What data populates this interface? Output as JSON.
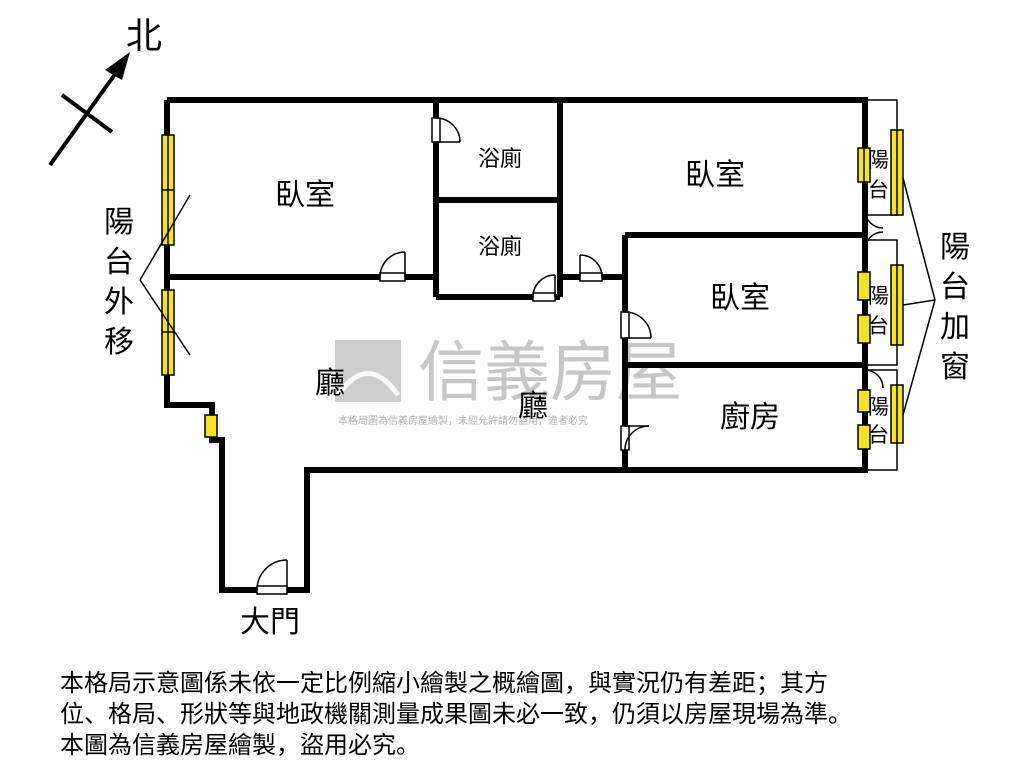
{
  "compass": {
    "label": "北"
  },
  "rooms": {
    "bedroom_top_left": "臥室",
    "bathroom_upper": "浴廁",
    "bathroom_lower": "浴廁",
    "bedroom_top_right": "臥室",
    "bedroom_middle_right": "臥室",
    "living_room_left": "廳",
    "living_room_center": "廳",
    "kitchen": "廚房",
    "main_door": "大門"
  },
  "balcony_labels": {
    "upper": [
      "陽",
      "台"
    ],
    "middle": [
      "陽",
      "台"
    ],
    "lower": [
      "陽",
      "台"
    ]
  },
  "annotations": {
    "balcony_moved_out": [
      "陽",
      "台",
      "外",
      "移"
    ],
    "balcony_added_window": [
      "陽",
      "台",
      "加",
      "窗"
    ]
  },
  "watermark": {
    "brand": "信義房屋",
    "notice": "本格局圖為信義房屋繪製，未經允許請勿盜用，違者必究"
  },
  "colors": {
    "wall": "#000000",
    "window_fill": "#f2e32a",
    "watermark": "#b3b3b3"
  },
  "disclaimer": [
    "本格局示意圖係未依一定比例縮小繪製之概繪圖，與實況仍有差距；其方",
    "位、格局、形狀等與地政機關測量成果圖未必一致，仍須以房屋現場為準。",
    "本圖為信義房屋繪製，盜用必究。"
  ]
}
